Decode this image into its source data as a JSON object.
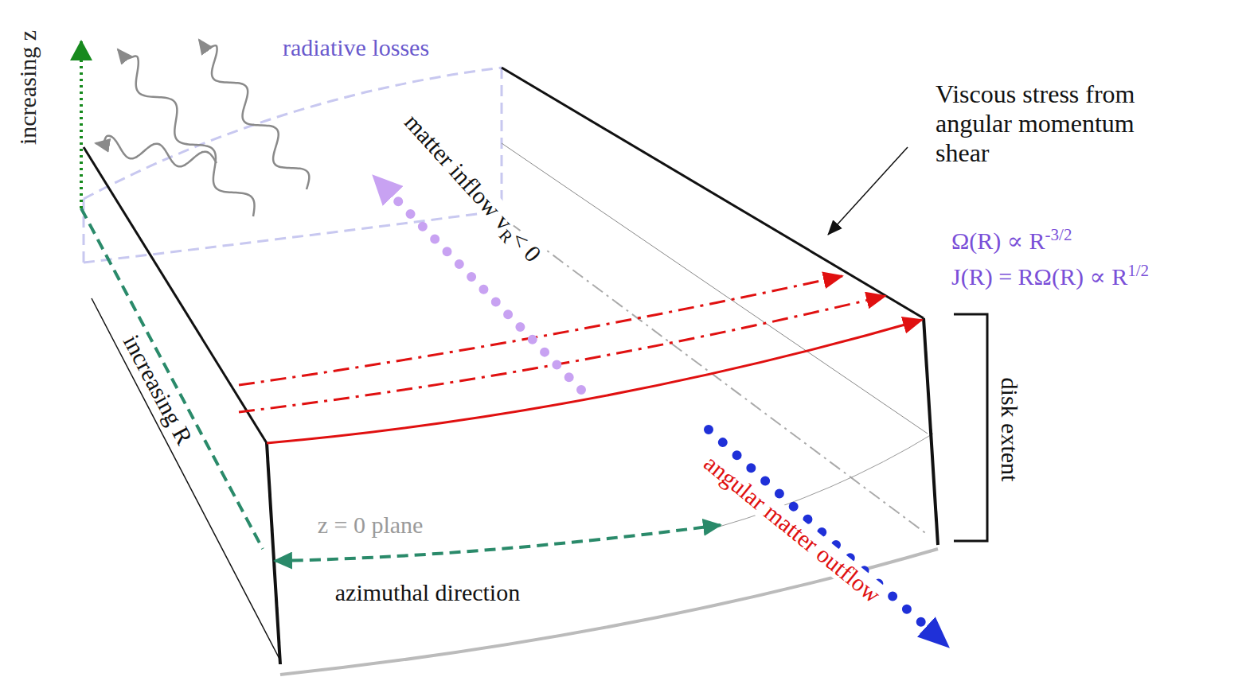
{
  "diagram": {
    "labels": [
      "increasing z",
      "radiative losses",
      "matter inflow v",
      "R",
      "< 0",
      "Viscous stress from angular momentum shear",
      "Ω(R) ∝ R",
      "-3/2",
      "J(R) = RΩ(R) ∝ R",
      "1/2",
      "disk extent",
      "increasing R",
      "z = 0 plane",
      "azimuthal direction",
      "angular matter outflow"
    ]
  }
}
